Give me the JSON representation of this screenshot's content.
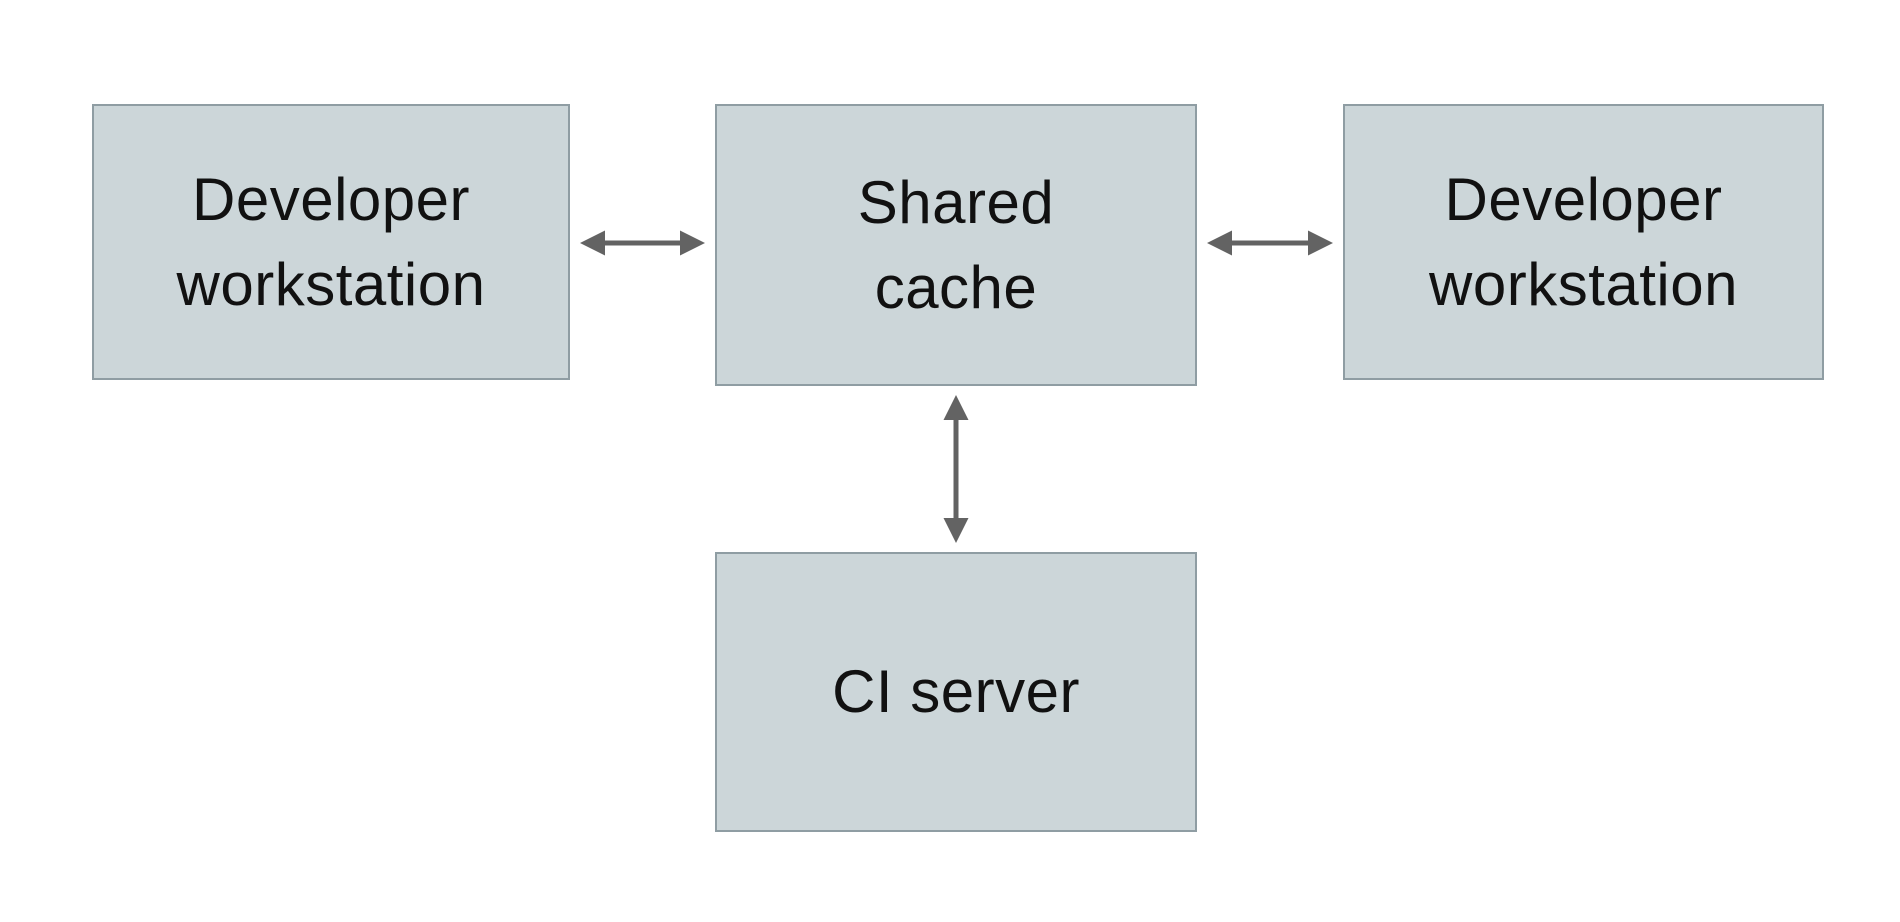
{
  "diagram": {
    "nodes": [
      {
        "id": "developer-workstation-left",
        "label": "Developer\nworkstation"
      },
      {
        "id": "shared-cache",
        "label": "Shared\ncache"
      },
      {
        "id": "developer-workstation-right",
        "label": "Developer\nworkstation"
      },
      {
        "id": "ci-server",
        "label": "CI server"
      }
    ],
    "edges": [
      {
        "from": "developer-workstation-left",
        "to": "shared-cache",
        "direction": "bidirectional"
      },
      {
        "from": "shared-cache",
        "to": "developer-workstation-right",
        "direction": "bidirectional"
      },
      {
        "from": "shared-cache",
        "to": "ci-server",
        "direction": "bidirectional"
      }
    ],
    "colors": {
      "node_fill": "#ccd6d9",
      "node_border": "#8f9da3",
      "arrow": "#636363",
      "text": "#111111"
    }
  }
}
